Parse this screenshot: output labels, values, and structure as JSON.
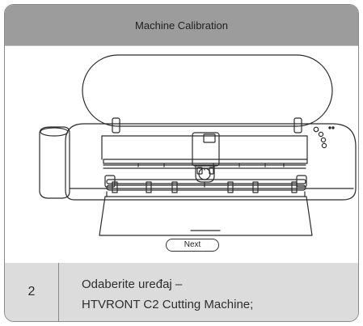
{
  "window": {
    "title": "Machine Calibration"
  },
  "actions": {
    "next_label": "Next"
  },
  "step": {
    "number": "2",
    "line1": "Odaberite uređaj –",
    "line2": "HTVRONT C2 Cutting Machine;"
  },
  "illustration": {
    "icon": "cutting-machine-icon"
  }
}
